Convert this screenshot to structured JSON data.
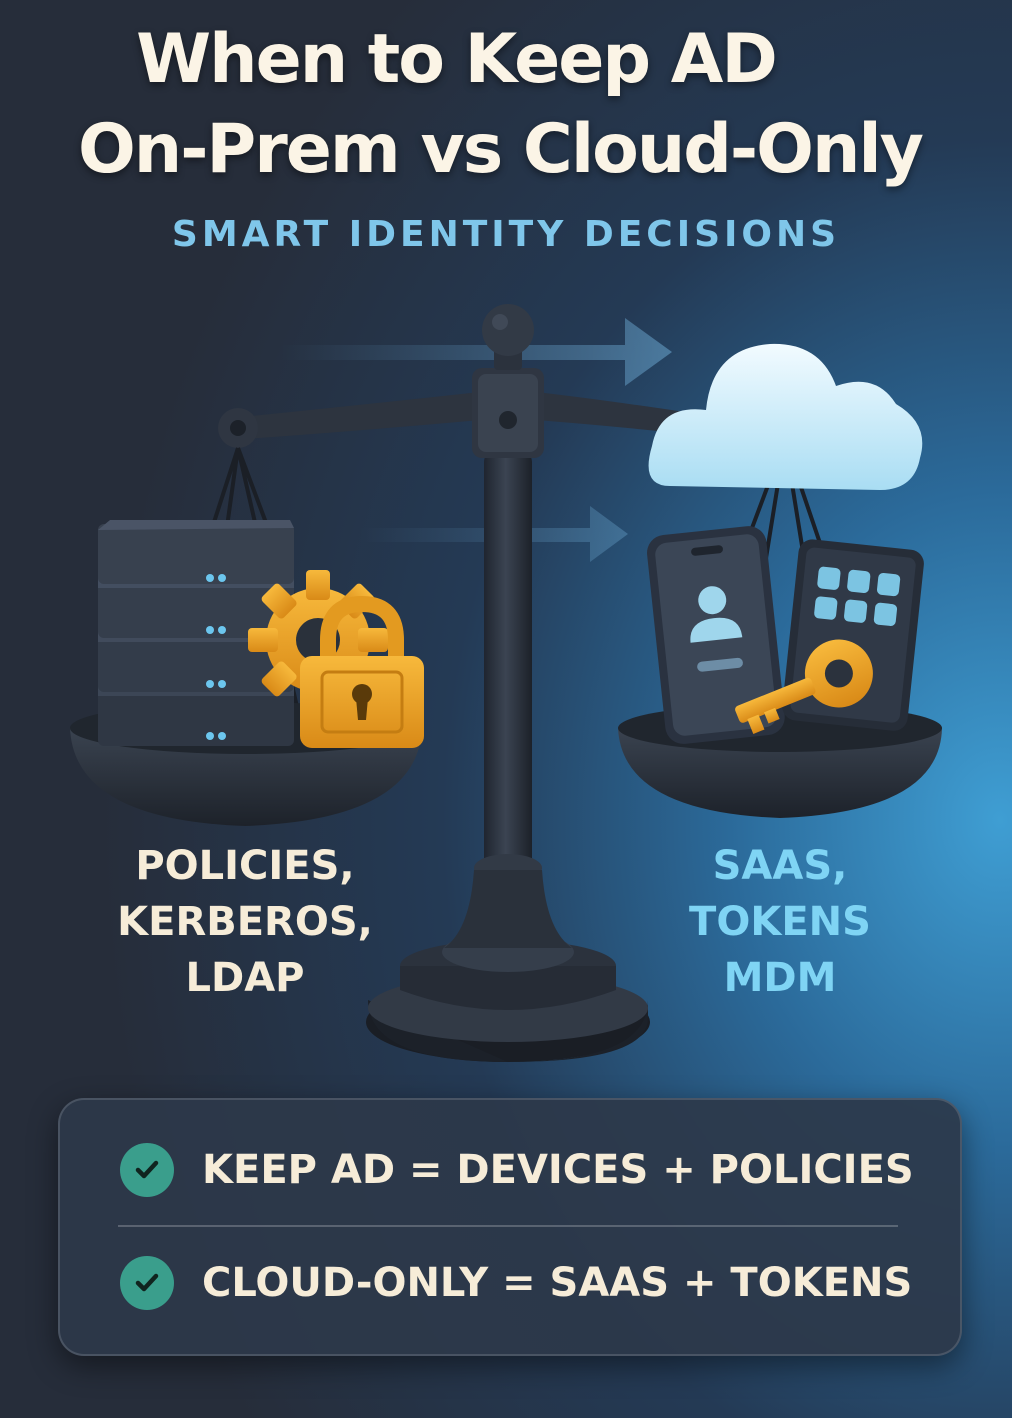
{
  "title_line1": "When to Keep AD",
  "title_line2": "On-Prem vs Cloud-Only",
  "subtitle": "SMART IDENTITY DECISIONS",
  "left_label": [
    "POLICIES,",
    "KERBEROS,",
    "LDAP"
  ],
  "right_label": [
    "SAAS,",
    "TOKENS",
    "MDM"
  ],
  "summary": {
    "rows": [
      {
        "icon": "check-icon",
        "text": "KEEP AD = DEVICES + POLICIES"
      },
      {
        "icon": "check-icon",
        "text": "CLOUD-ONLY = SAAS + TOKENS"
      }
    ]
  },
  "colors": {
    "title": "#fbf4e6",
    "subtitle": "#7fc6ea",
    "left_label": "#f6ecd8",
    "right_label": "#7fd4f4",
    "check": "#3a9e8c",
    "accent_gold": "#f0a92c"
  },
  "icons": [
    "server-stack-icon",
    "gear-icon",
    "padlock-icon",
    "cloud-icon",
    "smartphone-icon",
    "tablet-icon",
    "key-icon",
    "balance-scale-icon",
    "arrow-icon"
  ]
}
